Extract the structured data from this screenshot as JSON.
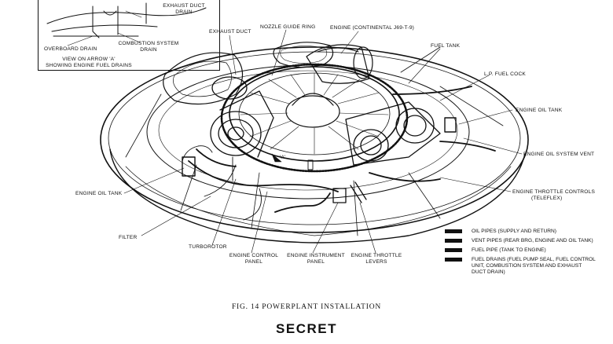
{
  "inset": {
    "labels": {
      "exhaust_duct_drain_1": "EXHAUST DUCT",
      "exhaust_duct_drain_2": "DRAIN",
      "combustion_drain_1": "COMBUSTION SYSTEM",
      "combustion_drain_2": "DRAIN",
      "overboard_drain": "OVERBOARD DRAIN",
      "view_title_1": "VIEW ON ARROW 'A'",
      "view_title_2": "SHOWING ENGINE FUEL DRAINS"
    }
  },
  "labels": {
    "exhaust_duct": "EXHAUST DUCT",
    "nozzle_guide_ring": "NOZZLE GUIDE RING",
    "engine": "ENGINE (CONTINENTAL J69-T-9)",
    "fuel_tank": "FUEL TANK",
    "lp_fuel_cock": "L.P. FUEL COCK",
    "engine_oil_tank_right": "ENGINE OIL TANK",
    "engine_oil_system_vent": "ENGINE OIL SYSTEM VENT",
    "engine_throttle_controls_1": "ENGINE THROTTLE CONTROLS",
    "engine_throttle_controls_2": "(TELEFLEX)",
    "engine_oil_tank_left": "ENGINE OIL TANK",
    "filter": "FILTER",
    "turborotor": "TURBOROTOR",
    "engine_control_panel_1": "ENGINE CONTROL",
    "engine_control_panel_2": "PANEL",
    "engine_instrument_panel_1": "ENGINE INSTRUMENT",
    "engine_instrument_panel_2": "PANEL",
    "engine_throttle_levers_1": "ENGINE THROTTLE",
    "engine_throttle_levers_2": "LEVERS",
    "arrow_a": "'A'"
  },
  "legend": [
    {
      "lines": [
        "OIL PIPES (SUPPLY AND RETURN)"
      ]
    },
    {
      "lines": [
        "VENT PIPES (REAR BRG, ENGINE AND OIL TANK)"
      ]
    },
    {
      "lines": [
        "FUEL PIPE (TANK TO ENGINE)"
      ]
    },
    {
      "lines": [
        "FUEL DRAINS (FUEL PUMP SEAL, FUEL CONTROL",
        "UNIT, COMBUSTION SYSTEM AND EXHAUST",
        "DUCT DRAIN)"
      ]
    }
  ],
  "caption": "FIG. 14  POWERPLANT INSTALLATION",
  "classification": "SECRET"
}
